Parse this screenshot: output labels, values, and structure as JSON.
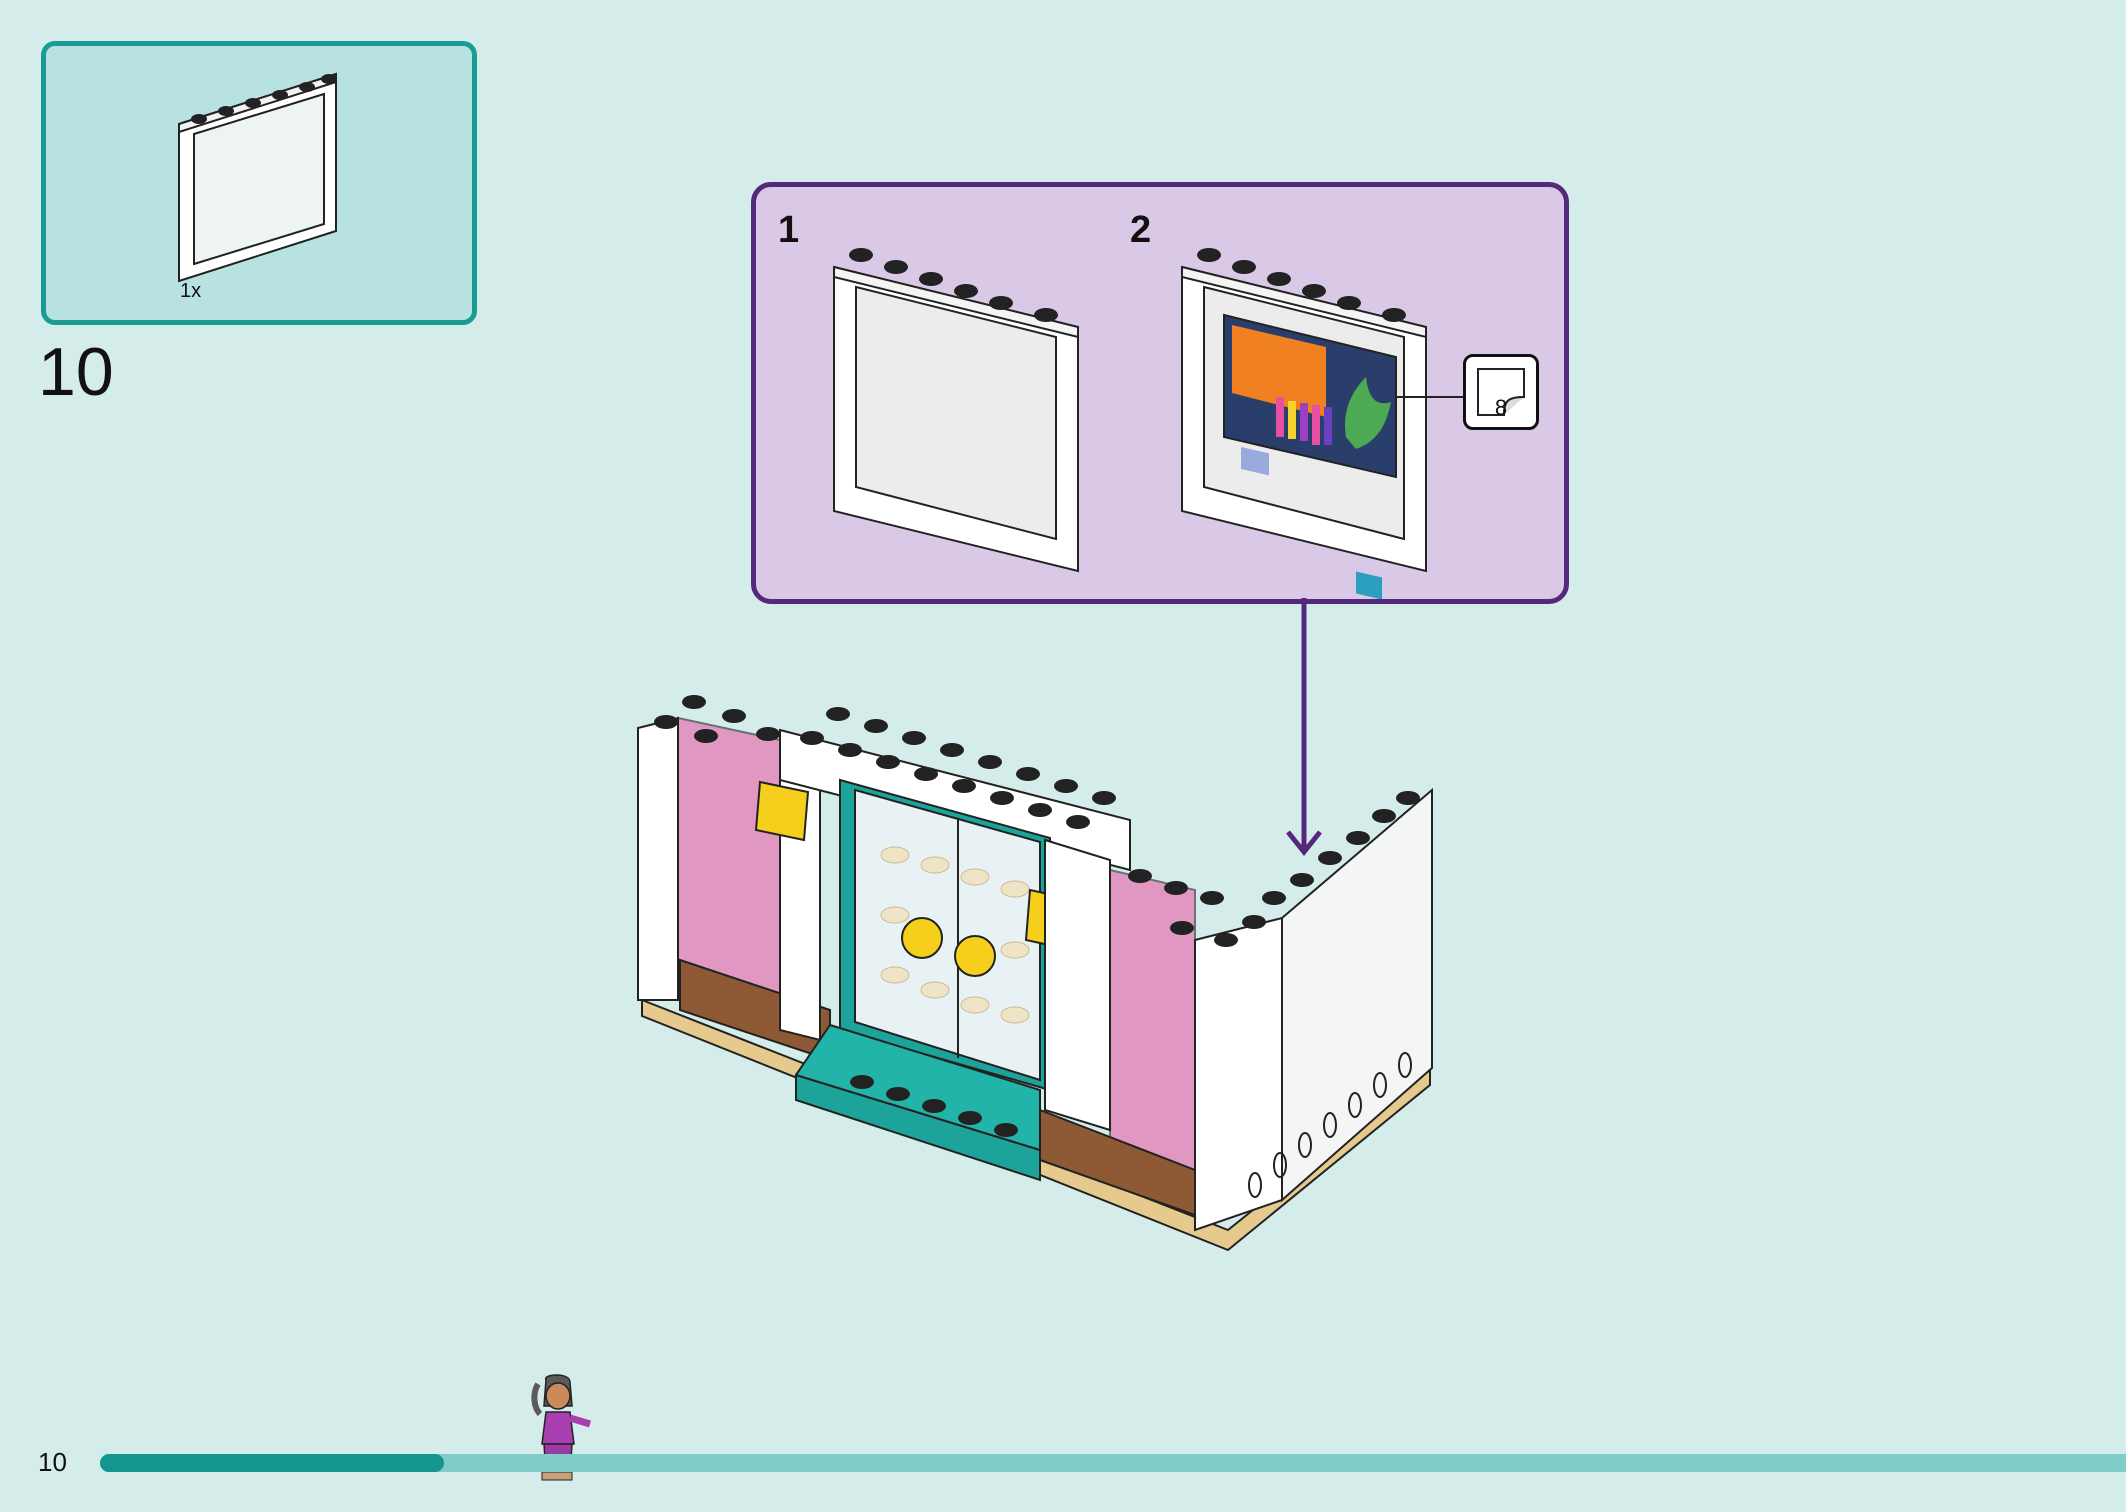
{
  "parts_list": {
    "quantity": "1x"
  },
  "step": {
    "number": "10"
  },
  "callout": {
    "substeps": [
      {
        "label": "1"
      },
      {
        "label": "2"
      }
    ],
    "sticker": {
      "number": "8"
    }
  },
  "footer": {
    "page_number": "10",
    "progress": 0.17
  },
  "colors": {
    "background": "#d4ecea",
    "parts_frame": "#1a9c94",
    "callout_frame": "#54287a",
    "callout_fill": "#d9c8e6",
    "progress_fill": "#14958f",
    "progress_track": "#7fccc8"
  }
}
